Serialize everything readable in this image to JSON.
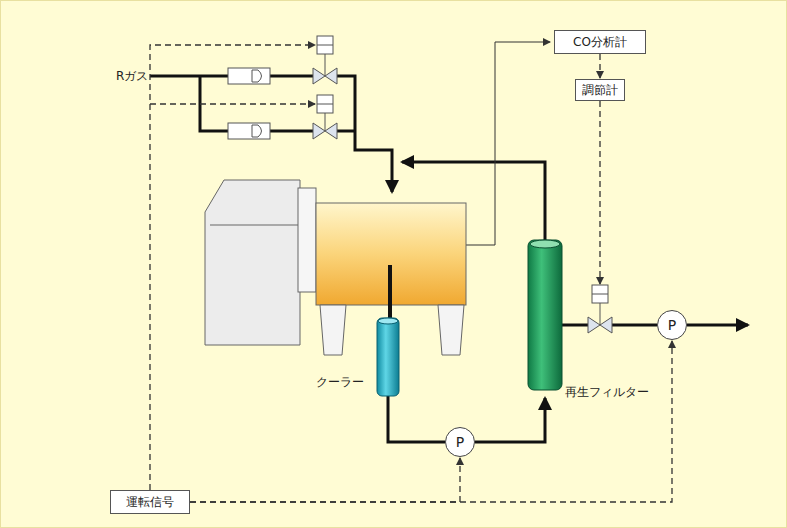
{
  "diagram": {
    "nodes": [
      {
        "text": [
          "CO分析計"
        ]
      },
      {
        "text": [
          "調節計"
        ]
      },
      {
        "text": [
          "運転信号"
        ]
      },
      {
        "text": [
          "P"
        ]
      },
      {
        "text": [
          "P"
        ]
      }
    ],
    "edges": [
      {
        "from": 0,
        "to": 1,
        "arrow": "to"
      },
      {
        "from": 2,
        "to": 3,
        "arrow": "to"
      },
      {
        "from": 2,
        "to": 4,
        "arrow": "to"
      }
    ],
    "labels": [
      "Rガス",
      "クーラー",
      "再生フィルター"
    ]
  }
}
